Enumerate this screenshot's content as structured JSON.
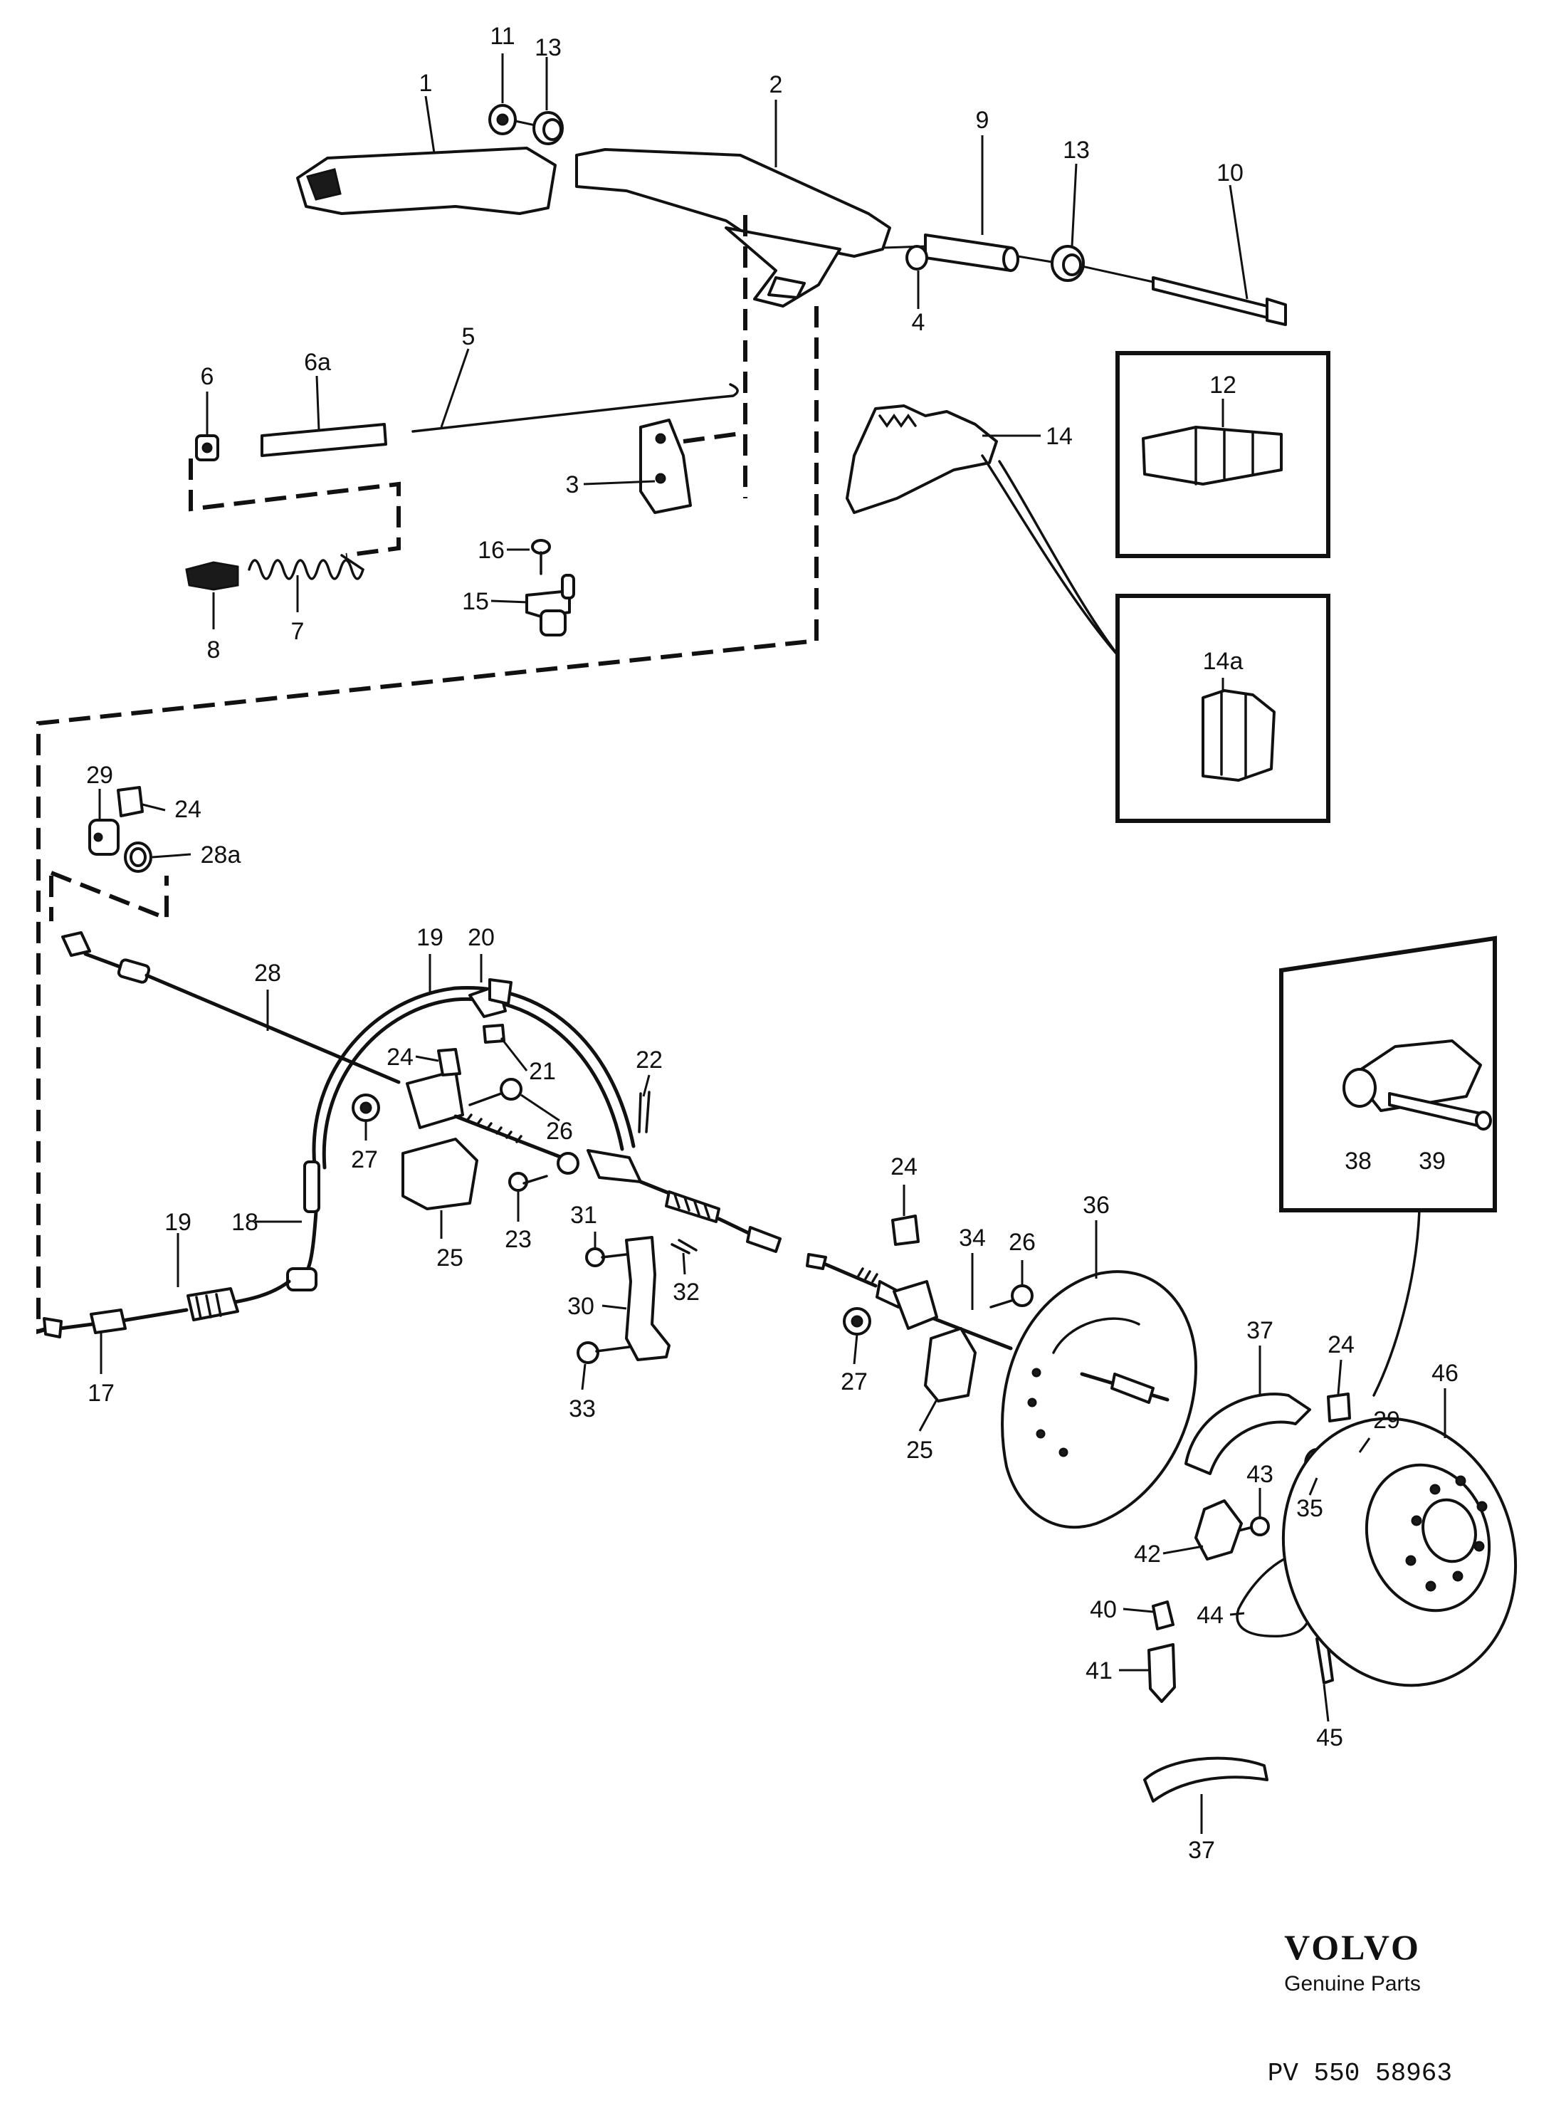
{
  "callouts": {
    "c1": "1",
    "c2": "2",
    "c3": "3",
    "c4": "4",
    "c5": "5",
    "c6": "6",
    "c6a": "6a",
    "c7": "7",
    "c8": "8",
    "c9": "9",
    "c10": "10",
    "c11": "11",
    "c12": "12",
    "c13": "13",
    "c14": "14",
    "c14a": "14a",
    "c15": "15",
    "c16": "16",
    "c17": "17",
    "c18": "18",
    "c19": "19",
    "c20": "20",
    "c21": "21",
    "c22": "22",
    "c23": "23",
    "c24": "24",
    "c25": "25",
    "c26": "26",
    "c27": "27",
    "c28": "28",
    "c28a": "28a",
    "c29": "29",
    "c30": "30",
    "c31": "31",
    "c32": "32",
    "c33": "33",
    "c34": "34",
    "c35": "35",
    "c36": "36",
    "c37": "37",
    "c38": "38",
    "c39": "39",
    "c40": "40",
    "c41": "41",
    "c42": "42",
    "c43": "43",
    "c44": "44",
    "c45": "45",
    "c46": "46"
  },
  "branding": {
    "logo": "VOLVO",
    "subtitle": "Genuine Parts",
    "document_number": "PV 550 58963"
  }
}
